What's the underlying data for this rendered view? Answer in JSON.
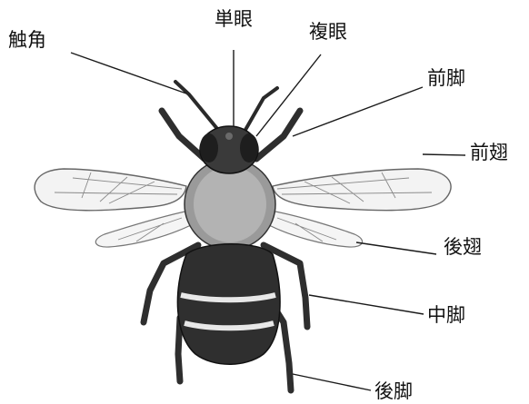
{
  "diagram": {
    "labels": {
      "antenna": "触角",
      "ocelli": "単眼",
      "compound_eye": "複眼",
      "foreleg": "前脚",
      "forewing": "前翅",
      "hindwing": "後翅",
      "midleg": "中脚",
      "hindleg": "後脚"
    },
    "colors": {
      "line": "#1a1a1a",
      "body_dark": "#2c2c2c",
      "body_mid": "#6e6e6e",
      "fur": "#d8d8d8",
      "wing_fill": "#f3f3f3",
      "wing_vein": "#8a8a8a"
    }
  }
}
